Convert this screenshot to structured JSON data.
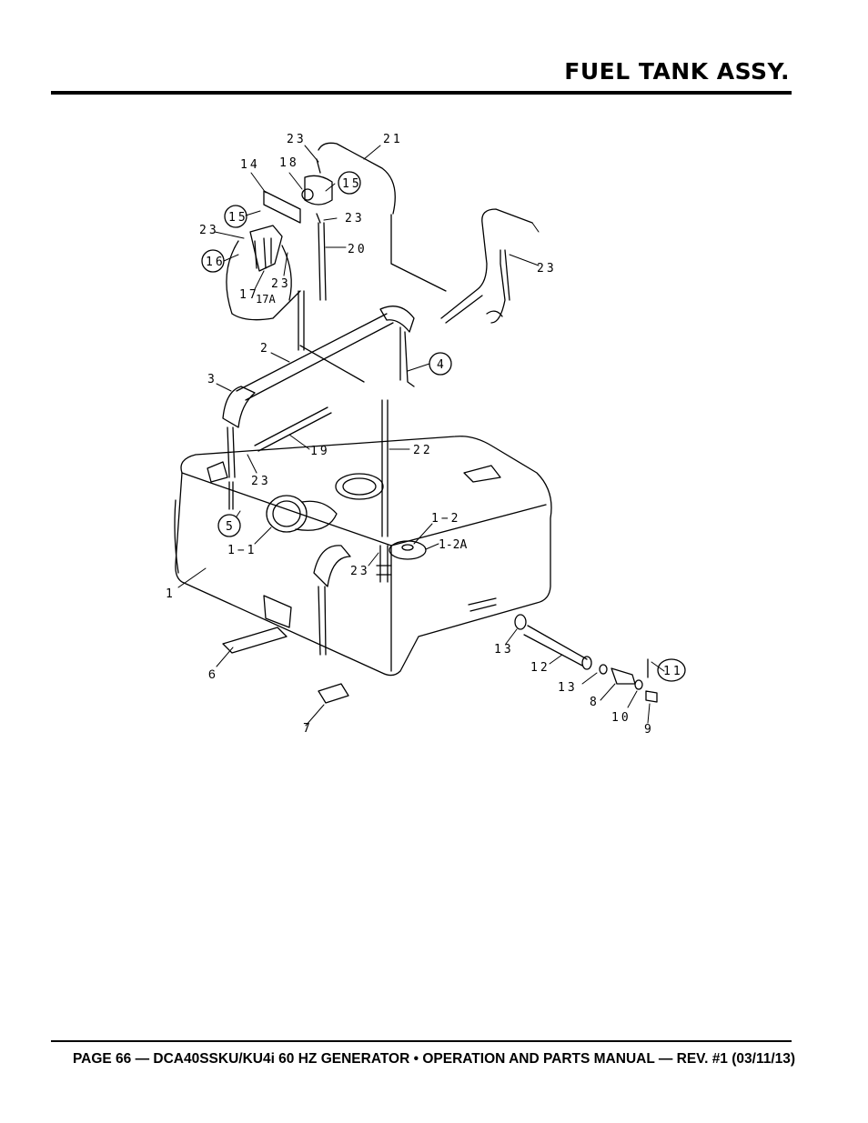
{
  "header": {
    "title": "FUEL TANK ASSY."
  },
  "footer": {
    "text": "PAGE 66 — DCA40SSKU/KU4i 60 HZ GENERATOR • OPERATION AND PARTS MANUAL — REV. #1 (03/11/13)"
  },
  "callouts": {
    "c21": "21",
    "c23a": "23",
    "c14": "14",
    "c18": "18",
    "c15a": "15",
    "c15b": "15",
    "c23b": "23",
    "c23c": "23",
    "c20": "20",
    "c16": "16",
    "c23d": "23",
    "c17": "17",
    "c17a": "17A",
    "c23e": "23",
    "c2": "2",
    "c4": "4",
    "c3": "3",
    "c19": "19",
    "c23f": "23",
    "c22": "22",
    "c5": "5",
    "c1_2": "1−2",
    "c1_2a": "1-2A",
    "c1_1": "1−1",
    "c23g": "23",
    "c1": "1",
    "c13a": "13",
    "c12": "12",
    "c11": "11",
    "c13b": "13",
    "c8": "8",
    "c10": "10",
    "c9": "9",
    "c6": "6",
    "c7": "7"
  }
}
